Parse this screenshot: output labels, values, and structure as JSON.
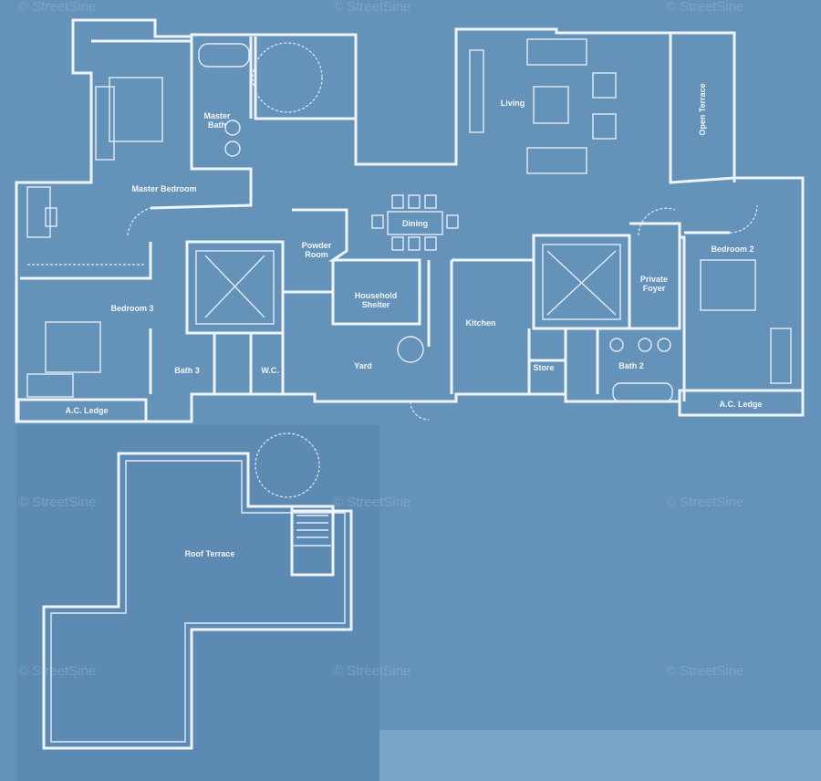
{
  "colors": {
    "background": "#6592b9",
    "lines": "#eef4fb",
    "lower_panel": "#5d8ab2"
  },
  "watermark": "© StreetSine",
  "rooms": {
    "master_bath": [
      "Master",
      "Bath"
    ],
    "master_bedroom": "Master Bedroom",
    "powder_room": [
      "Powder",
      "Room"
    ],
    "dining": "Dining",
    "living": "Living",
    "open_terrace": "Open Terrace",
    "bedroom_2": "Bedroom 2",
    "private_foyer": [
      "Private",
      "Foyer"
    ],
    "household_shelter": [
      "Household",
      "Shelter"
    ],
    "kitchen": "Kitchen",
    "bedroom_3": "Bedroom 3",
    "bath_3": "Bath 3",
    "wc": "W.C.",
    "yard": "Yard",
    "store": "Store",
    "bath_2": "Bath 2",
    "ac_ledge_left": "A.C. Ledge",
    "ac_ledge_right": "A.C. Ledge",
    "roof_terrace": "Roof Terrace"
  }
}
